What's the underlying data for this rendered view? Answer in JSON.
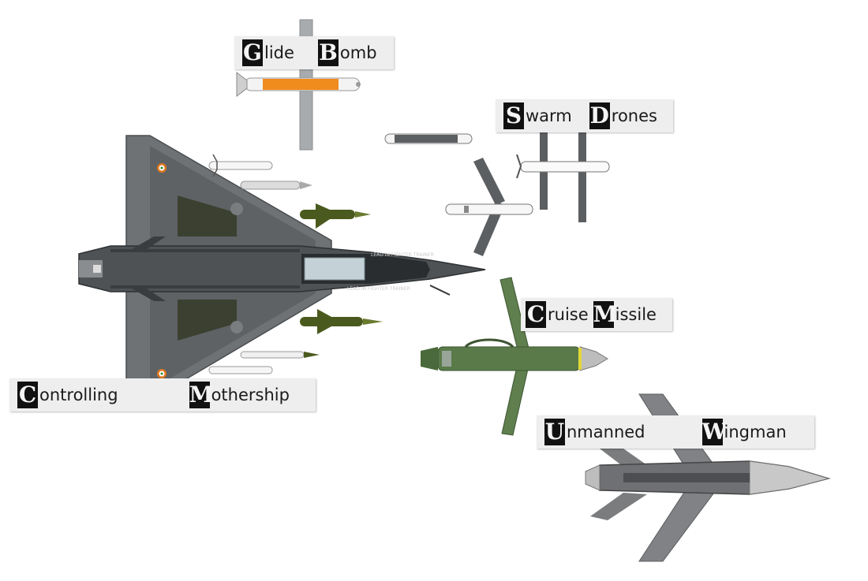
{
  "labels": {
    "glide_bomb": {
      "w1_cap": "G",
      "w1_rest": "lide",
      "w2_cap": "B",
      "w2_rest": "omb"
    },
    "swarm_drones": {
      "w1_cap": "S",
      "w1_rest": "warm",
      "w2_cap": "D",
      "w2_rest": "rones"
    },
    "cruise_missile": {
      "w1_cap": "C",
      "w1_rest": "ruise",
      "w2_cap": "M",
      "w2_rest": "issile"
    },
    "controlling_mothership": {
      "w1_cap": "C",
      "w1_rest": "ontrolling",
      "w2_cap": "M",
      "w2_rest": "othership"
    },
    "unmanned_wingman": {
      "w1_cap": "U",
      "w1_rest": "nmanned",
      "w2_cap": "W",
      "w2_rest": "ingman"
    }
  },
  "aircraft": {
    "canopy_text_top": "LEAD IN FIGHTER TRAINER",
    "canopy_text_bottom": "LEAD IN FIGHTER TRAINER"
  },
  "colors": {
    "mothership_body": "#55595c",
    "mothership_wing": "#6e7275",
    "glide_bomb_orange": "#f08c1e",
    "cruise_missile_green": "#5a7a4a",
    "ordnance_olive": "#4a5a1e",
    "wingman_gray": "#808285",
    "drone_gray": "#5c5f62"
  }
}
